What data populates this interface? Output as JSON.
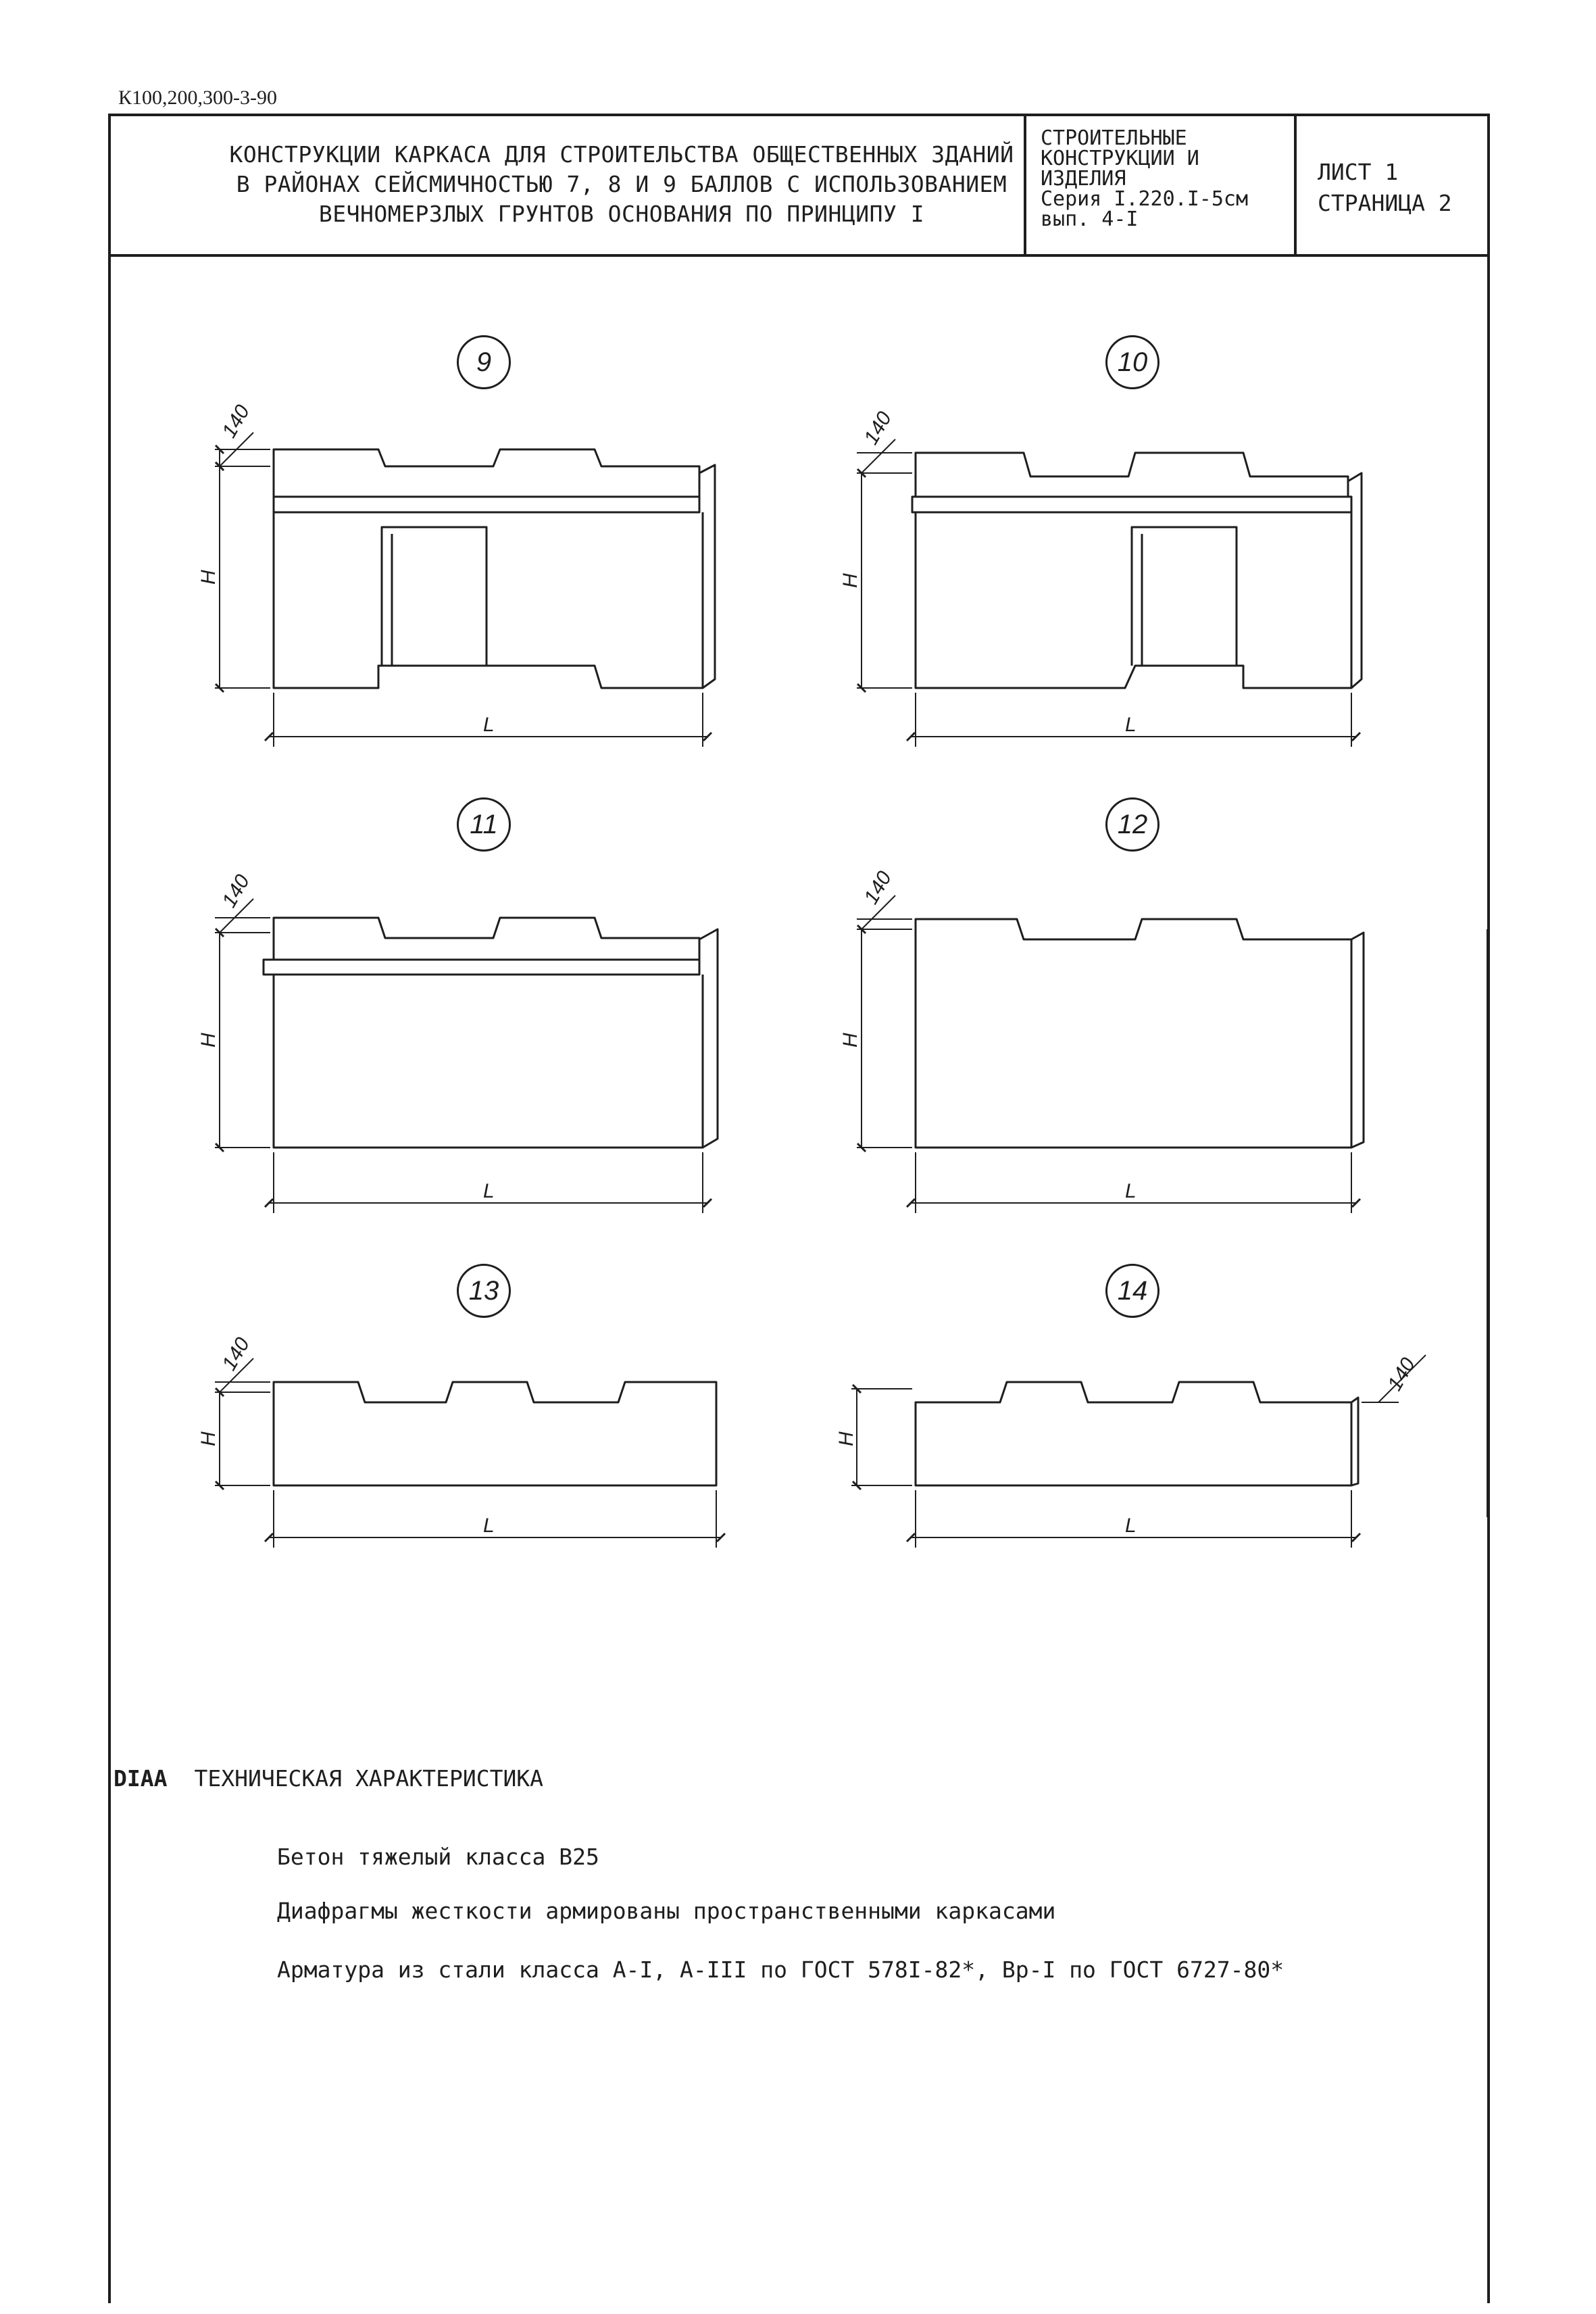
{
  "document": {
    "code": "К100,200,300-3-90",
    "title_lines": [
      "КОНСТРУКЦИИ КАРКАСА ДЛЯ СТРОИТЕЛЬСТВА ОБЩЕСТВЕННЫХ ЗДАНИЙ",
      "В РАЙОНАХ СЕЙСМИЧНОСТЬЮ 7, 8 И 9 БАЛЛОВ С ИСПОЛЬЗОВАНИЕМ",
      "ВЕЧНОМЕРЗЛЫХ ГРУНТОВ ОСНОВАНИЯ ПО ПРИНЦИПУ I"
    ],
    "series_lines": [
      "СТРОИТЕЛЬНЫЕ",
      "КОНСТРУКЦИИ И",
      "ИЗДЕЛИЯ",
      "Серия I.220.I-5см",
      "вып. 4-I"
    ],
    "sheet": "ЛИСТ 1",
    "page": "СТРАНИЦА 2"
  },
  "figures": [
    {
      "number": "9",
      "dim_top": "140",
      "dim_height": "H",
      "dim_length": "L"
    },
    {
      "number": "10",
      "dim_top": "140",
      "dim_height": "H",
      "dim_length": "L"
    },
    {
      "number": "11",
      "dim_top": "140",
      "dim_height": "H",
      "dim_length": "L"
    },
    {
      "number": "12",
      "dim_top": "140",
      "dim_height": "H",
      "dim_length": "L"
    },
    {
      "number": "13",
      "dim_top": "140",
      "dim_height": "H",
      "dim_length": "L"
    },
    {
      "number": "14",
      "dim_top": "140",
      "dim_height": "H",
      "dim_length": "L"
    }
  ],
  "tech": {
    "mark": "DIAA",
    "heading": "ТЕХНИЧЕСКАЯ ХАРАКТЕРИСТИКА",
    "lines": [
      "Бетон тяжелый класса В25",
      "Диафрагмы жесткости армированы пространственными каркасами",
      "Арматура из стали класса А-I, А-III по ГОСТ 578I-82*, Вр-I по ГОСТ 6727-80*"
    ]
  },
  "colors": {
    "ink": "#1e1e1e",
    "paper": "#ffffff"
  }
}
